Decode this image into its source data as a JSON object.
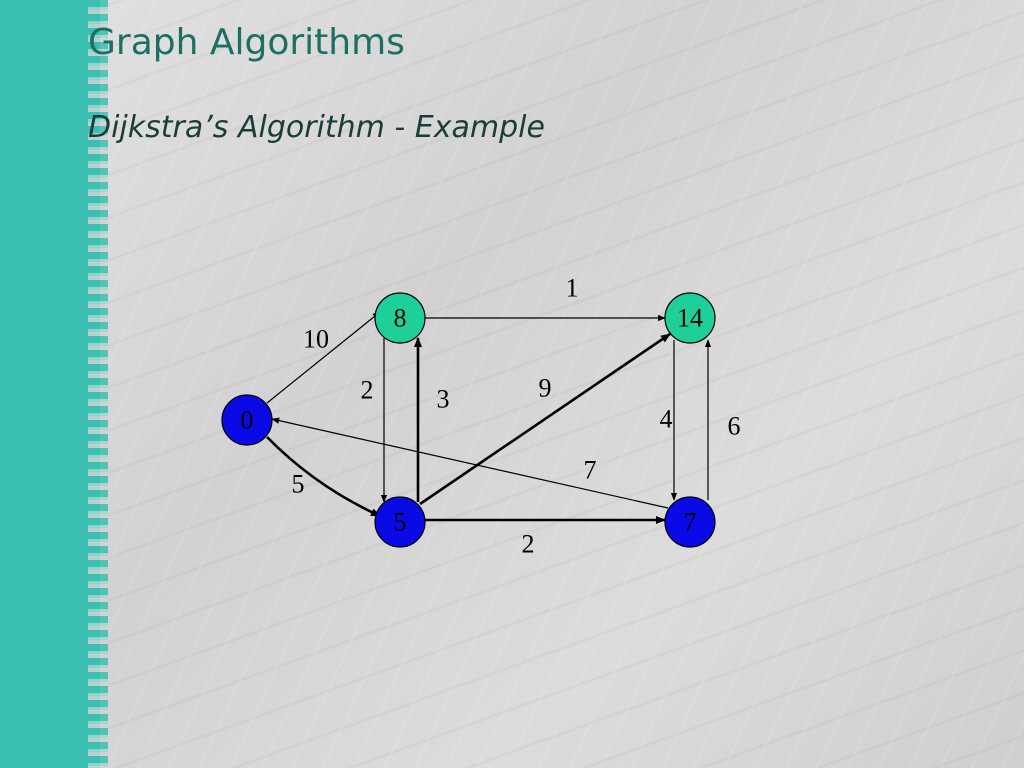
{
  "slide": {
    "title": "Graph Algorithms",
    "subtitle": "Dijkstra’s Algorithm - Example"
  },
  "colors": {
    "visited": "#0a0ae6",
    "tentative": "#1fcf9a",
    "edge": "#000000",
    "title": "#1b6f63"
  },
  "graph": {
    "nodes": [
      {
        "id": "s",
        "label": "0",
        "state": "visited"
      },
      {
        "id": "u",
        "label": "8",
        "state": "tentative"
      },
      {
        "id": "v",
        "label": "14",
        "state": "tentative"
      },
      {
        "id": "x",
        "label": "5",
        "state": "visited"
      },
      {
        "id": "y",
        "label": "7",
        "state": "visited"
      }
    ],
    "edges": [
      {
        "id": "s-u",
        "from": "s",
        "to": "u",
        "weight": "10",
        "bold": false
      },
      {
        "id": "s-x",
        "from": "s",
        "to": "x",
        "weight": "5",
        "bold": true
      },
      {
        "id": "u-v",
        "from": "u",
        "to": "v",
        "weight": "1",
        "bold": false
      },
      {
        "id": "u-x",
        "from": "u",
        "to": "x",
        "weight": "2",
        "bold": false
      },
      {
        "id": "x-u",
        "from": "x",
        "to": "u",
        "weight": "3",
        "bold": true
      },
      {
        "id": "x-v",
        "from": "x",
        "to": "v",
        "weight": "9",
        "bold": true
      },
      {
        "id": "x-y",
        "from": "x",
        "to": "y",
        "weight": "2",
        "bold": true
      },
      {
        "id": "v-y",
        "from": "v",
        "to": "y",
        "weight": "4",
        "bold": false
      },
      {
        "id": "y-v",
        "from": "y",
        "to": "v",
        "weight": "6",
        "bold": false
      },
      {
        "id": "y-s",
        "from": "y",
        "to": "s",
        "weight": "7",
        "bold": false
      }
    ]
  }
}
